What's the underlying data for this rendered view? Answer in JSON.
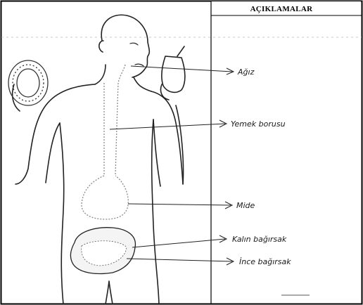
{
  "header": {
    "title": "AÇIKLAMALAR"
  },
  "labels": [
    {
      "id": "mouth",
      "text": "Ağız"
    },
    {
      "id": "esophagus",
      "text": "Yemek borusu"
    },
    {
      "id": "stomach",
      "text": "Mide"
    },
    {
      "id": "large-intestine",
      "text": "Kalın bağırsak"
    },
    {
      "id": "small-intestine",
      "text": "İnce bağırsak"
    }
  ],
  "colors": {
    "ink": "#1a1a1a",
    "pencil": "#777777",
    "frame": "#000000"
  }
}
